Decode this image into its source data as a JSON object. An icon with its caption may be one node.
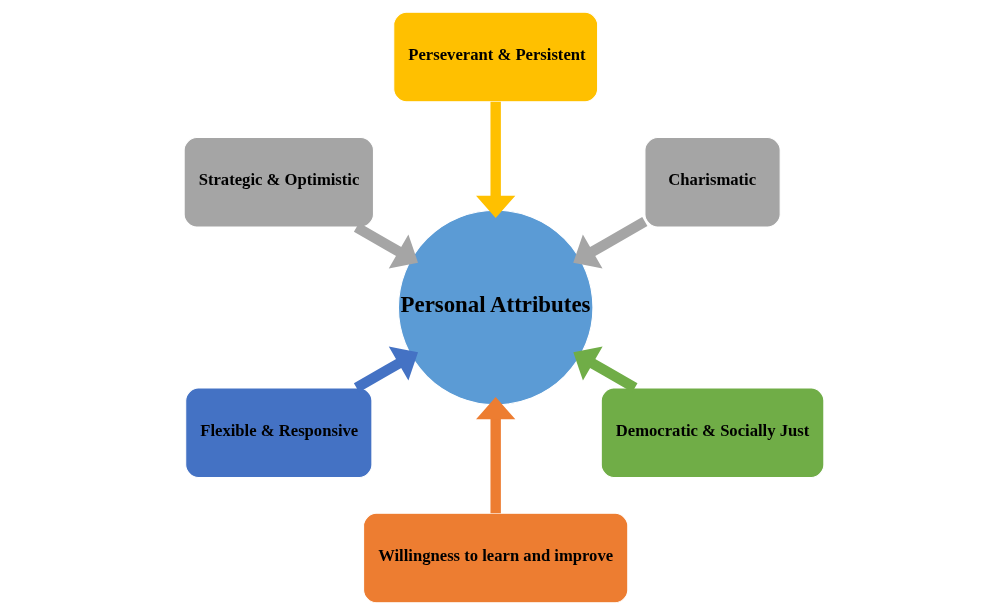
{
  "diagram": {
    "nodes": [
      {
        "text": [
          "Charismatic"
        ]
      },
      {
        "text": [
          "Perseverant & Persistent"
        ]
      },
      {
        "text": [
          "Strategic & Optimistic"
        ]
      },
      {
        "text": [
          "Flexible & Responsive"
        ]
      },
      {
        "text": [
          "Willingness to learn and improve"
        ]
      },
      {
        "text": [
          "Personal Attributes"
        ]
      },
      {
        "text": [
          "Democratic & Socially Just"
        ]
      }
    ],
    "edges": [
      {
        "from": 0,
        "to": 5,
        "arrow": "to",
        "color": "#a5a5a5"
      },
      {
        "from": 1,
        "to": 5,
        "arrow": "to",
        "color": "#ffc000"
      },
      {
        "from": 2,
        "to": 5,
        "arrow": "to",
        "color": "#a5a5a5"
      },
      {
        "from": 3,
        "to": 5,
        "arrow": "to",
        "color": "#4472c4"
      },
      {
        "from": 4,
        "to": 5,
        "arrow": "to",
        "color": "#ed7d31"
      },
      {
        "from": 6,
        "to": 5,
        "arrow": "to",
        "color": "#70ad47"
      }
    ]
  }
}
